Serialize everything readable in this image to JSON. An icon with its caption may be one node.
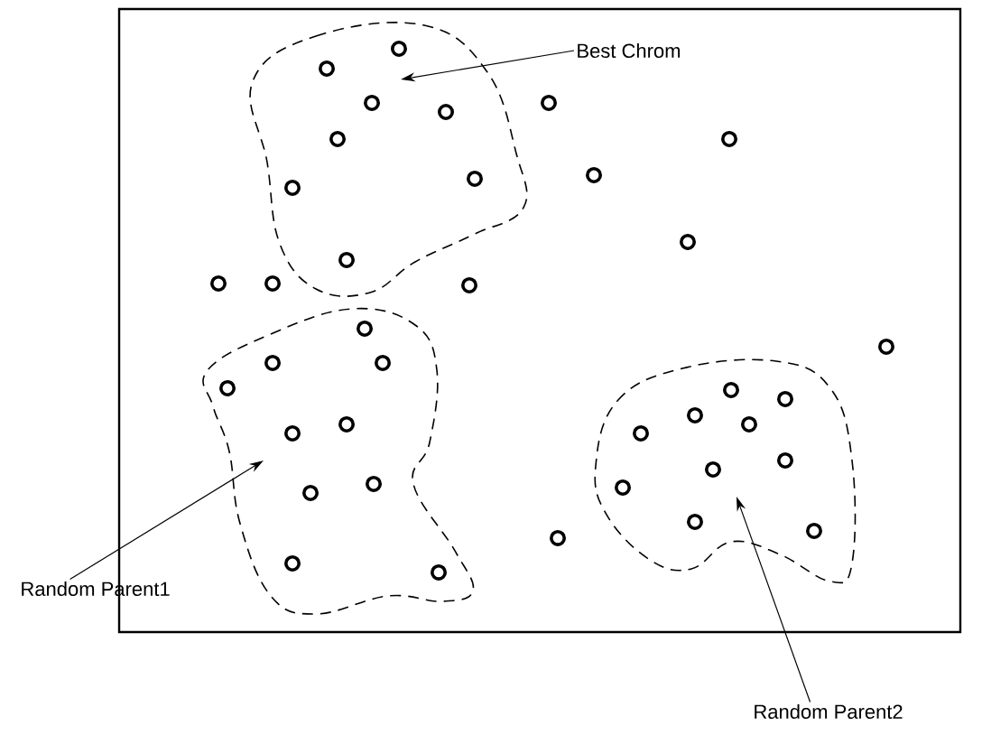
{
  "diagram": {
    "nodes": [
      {
        "text": [
          "Best Chrom"
        ]
      },
      {
        "text": [
          "Random Parent1"
        ]
      },
      {
        "text": [
          "Random Parent2"
        ]
      }
    ],
    "edges": [
      {
        "from": 0,
        "to": null,
        "arrow": "to"
      },
      {
        "from": 1,
        "to": null,
        "arrow": "to"
      },
      {
        "from": 2,
        "to": null,
        "arrow": "to"
      }
    ]
  }
}
